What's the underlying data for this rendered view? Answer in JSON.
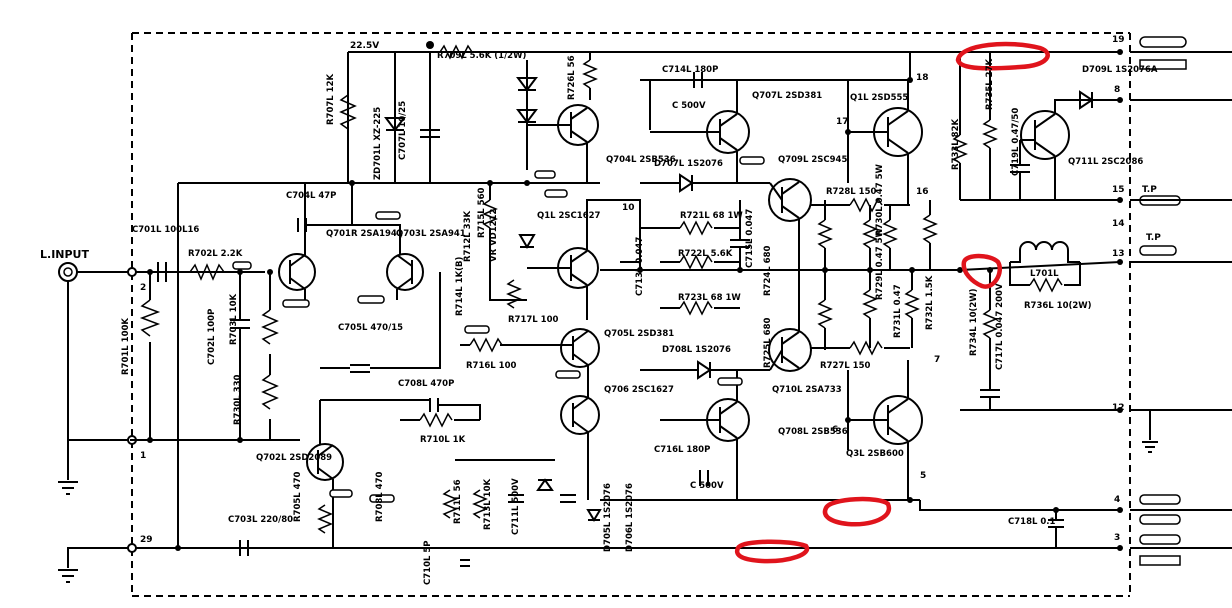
{
  "input_label": "L.INPUT",
  "rail_labels": {
    "rail_22v": "22.5V",
    "tp_top": "T.P",
    "tp_mid": "T.P"
  },
  "terminals": [
    "19",
    "8",
    "15",
    "14",
    "13",
    "12",
    "4",
    "3",
    "2",
    "1",
    "29",
    "18",
    "17",
    "16",
    "10",
    "7",
    "6",
    "5"
  ],
  "components": [
    {
      "ref": "C701L",
      "value": "100L16"
    },
    {
      "ref": "R702L",
      "value": "2.2K"
    },
    {
      "ref": "R701L",
      "value": "100K"
    },
    {
      "ref": "C702L",
      "value": "100P"
    },
    {
      "ref": "R703L",
      "value": "10K"
    },
    {
      "ref": "R730L",
      "value": "330"
    },
    {
      "ref": "C704L",
      "value": "47P"
    },
    {
      "ref": "Q701R",
      "value": "2SA1941"
    },
    {
      "ref": "Q703L",
      "value": "2SA941"
    },
    {
      "ref": "C705L",
      "value": "470/15"
    },
    {
      "ref": "Q702L",
      "value": "2SD2089"
    },
    {
      "ref": "R705L",
      "value": "470"
    },
    {
      "ref": "R708L",
      "value": "470"
    },
    {
      "ref": "C703L",
      "value": "220/80"
    },
    {
      "ref": "R707L",
      "value": "12K"
    },
    {
      "ref": "ZD701L",
      "value": "XZ-225"
    },
    {
      "ref": "C707L",
      "value": "10/25"
    },
    {
      "ref": "R709L",
      "value": "5.6K (1/2W)"
    },
    {
      "ref": "R726L",
      "value": "56"
    },
    {
      "ref": "C708L",
      "value": "470P"
    },
    {
      "ref": "R710L",
      "value": "1K"
    },
    {
      "ref": "R712L",
      "value": "33K"
    },
    {
      "ref": "R715L",
      "value": "560"
    },
    {
      "ref": "VR",
      "value": "VD1212"
    },
    {
      "ref": "Q1L",
      "value": "2SC1627"
    },
    {
      "ref": "R714L",
      "value": "1K(B)"
    },
    {
      "ref": "R716L",
      "value": "100"
    },
    {
      "ref": "R717L",
      "value": "100"
    },
    {
      "ref": "Q705L",
      "value": "2SD381"
    },
    {
      "ref": "Q706",
      "value": "2SC1627"
    },
    {
      "ref": "Q704L",
      "value": "2SB536"
    },
    {
      "ref": "D707L",
      "value": "1S2076"
    },
    {
      "ref": "R721L",
      "value": "68 1W"
    },
    {
      "ref": "R722L",
      "value": "5.6K"
    },
    {
      "ref": "R723L",
      "value": "68 1W"
    },
    {
      "ref": "C713L",
      "value": "0.047"
    },
    {
      "ref": "C715L",
      "value": "0.047"
    },
    {
      "ref": "C714L",
      "value": "180P"
    },
    {
      "ref": "C",
      "value": "500V"
    },
    {
      "ref": "Q707L",
      "value": "2SD381"
    },
    {
      "ref": "Q709L",
      "value": "2SC945"
    },
    {
      "ref": "D708L",
      "value": "1S2076"
    },
    {
      "ref": "C716L",
      "value": "180P"
    },
    {
      "ref": "C",
      "value": "500V"
    },
    {
      "ref": "Q708L",
      "value": "2SB536"
    },
    {
      "ref": "Q710L",
      "value": "2SA733"
    },
    {
      "ref": "R724L",
      "value": "680"
    },
    {
      "ref": "R725L",
      "value": "680"
    },
    {
      "ref": "R728L",
      "value": "150"
    },
    {
      "ref": "R727L",
      "value": "150"
    },
    {
      "ref": "R729L",
      "value": "0.47 5W"
    },
    {
      "ref": "R730L",
      "value": "0.47 5W"
    },
    {
      "ref": "R731L",
      "value": "0.47"
    },
    {
      "ref": "R732L",
      "value": "1.5K"
    },
    {
      "ref": "Q1L",
      "value": "2SD555"
    },
    {
      "ref": "Q3L",
      "value": "2SB600"
    },
    {
      "ref": "R733L",
      "value": "82K"
    },
    {
      "ref": "R735L",
      "value": "27K"
    },
    {
      "ref": "C719L",
      "value": "0.47/50"
    },
    {
      "ref": "D709L",
      "value": "1S2076A"
    },
    {
      "ref": "Q711L",
      "value": "2SC2086"
    },
    {
      "ref": "L701L",
      "value": ""
    },
    {
      "ref": "R736L",
      "value": "10(2W)"
    },
    {
      "ref": "R734L",
      "value": "10(2W)"
    },
    {
      "ref": "C717L",
      "value": "0.047 200V"
    },
    {
      "ref": "C718L",
      "value": "0.1"
    },
    {
      "ref": "R711L",
      "value": "56"
    },
    {
      "ref": "R713L",
      "value": "10K"
    },
    {
      "ref": "C710L",
      "value": "5P"
    },
    {
      "ref": "C711L",
      "value": "500V"
    },
    {
      "ref": "D705L",
      "value": "1S2076"
    },
    {
      "ref": "D706L",
      "value": "1S2076"
    }
  ],
  "annotation_color": "#e0141c"
}
